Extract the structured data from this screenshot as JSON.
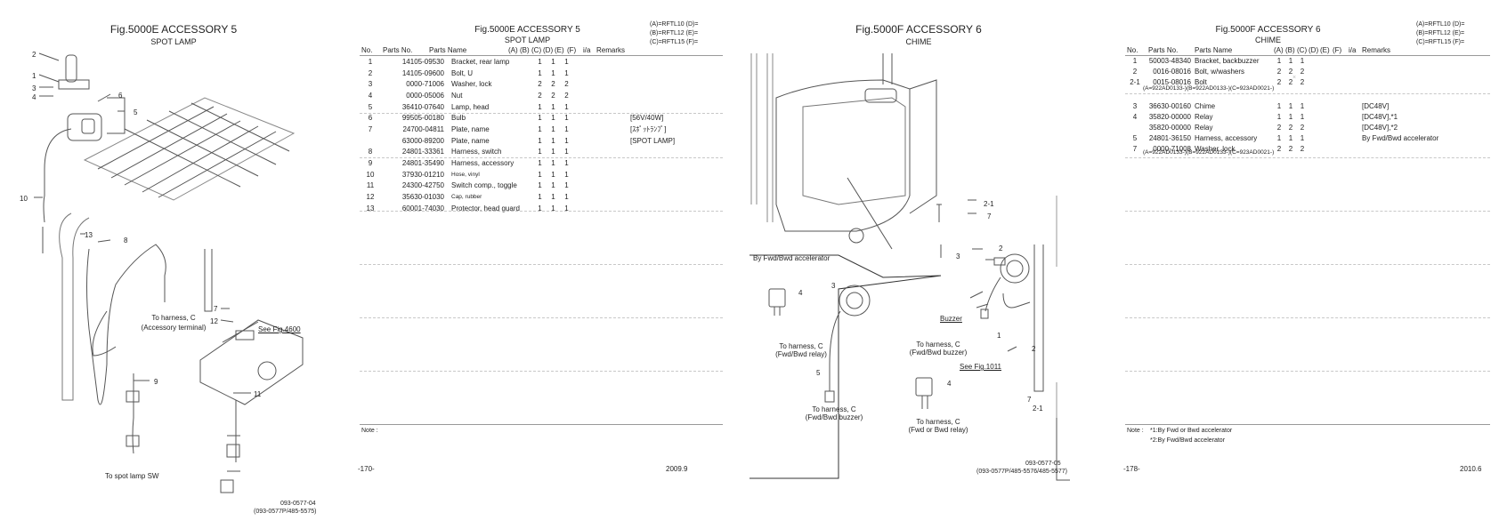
{
  "page1": {
    "fig_title": "Fig.5000E  ACCESSORY 5",
    "fig_sub": "SPOT LAMP",
    "labels": {
      "to_harness_c": "To harness, C",
      "accessory_terminal": "(Accessory terminal)",
      "see_fig": "See Fig.4600",
      "to_spot_lamp": "To spot lamp SW"
    },
    "callouts": [
      "2",
      "1",
      "3",
      "4",
      "6",
      "5",
      "10",
      "13",
      "8",
      "7",
      "12",
      "9",
      "11"
    ],
    "drawing_no": "093-0577-04",
    "drawing_ref": "(093-0577P/485-5575)"
  },
  "page2": {
    "fig_title": "Fig.5000E  ACCESSORY 5",
    "fig_sub": "SPOT LAMP",
    "models": [
      "(A)=RFTL10  (D)=",
      "(B)=RFTL12  (E)=",
      "(C)=RFTL15  (F)="
    ],
    "headers": {
      "no": "No.",
      "parts_no": "Parts No.",
      "parts_name": "Parts Name",
      "a": "(A)",
      "b": "(B)",
      "c": "(C)",
      "d": "(D)",
      "e": "(E)",
      "f": "(F)",
      "ia": "i/a",
      "remarks": "Remarks"
    },
    "rows": [
      {
        "no": "1",
        "pn": "14105-09530",
        "name": "Bracket, rear lamp",
        "a": "1",
        "b": "1",
        "c": "1",
        "rm": ""
      },
      {
        "no": "2",
        "pn": "14105-09600",
        "name": "Bolt, U",
        "a": "1",
        "b": "1",
        "c": "1",
        "rm": ""
      },
      {
        "no": "3",
        "pn": "0000-71006",
        "name": "Washer, lock",
        "a": "2",
        "b": "2",
        "c": "2",
        "rm": ""
      },
      {
        "no": "4",
        "pn": "0000-05006",
        "name": "Nut",
        "a": "2",
        "b": "2",
        "c": "2",
        "rm": ""
      },
      {
        "no": "5",
        "pn": "36410-07640",
        "name": "Lamp, head",
        "a": "1",
        "b": "1",
        "c": "1",
        "rm": ""
      },
      {
        "no": "6",
        "pn": "99505-00180",
        "name": "Bulb",
        "a": "1",
        "b": "1",
        "c": "1",
        "rm": "[56V/40W]"
      },
      {
        "no": "7",
        "pn": "24700-04811",
        "name": "Plate, name",
        "a": "1",
        "b": "1",
        "c": "1",
        "rm": "[ｽﾎﾟｯﾄﾗﾝﾌﾟ]"
      },
      {
        "no": "",
        "pn": "63000-89200",
        "name": "Plate, name",
        "a": "1",
        "b": "1",
        "c": "1",
        "rm": "[SPOT LAMP]"
      },
      {
        "no": "8",
        "pn": "24801-33361",
        "name": "Harness, switch",
        "a": "1",
        "b": "1",
        "c": "1",
        "rm": ""
      },
      {
        "no": "9",
        "pn": "24801-35490",
        "name": "Harness, accessory",
        "a": "1",
        "b": "1",
        "c": "1",
        "rm": ""
      },
      {
        "no": "10",
        "pn": "37930-01210",
        "name": "Hose, vinyl",
        "a": "1",
        "b": "1",
        "c": "1",
        "rm": ""
      },
      {
        "no": "11",
        "pn": "24300-42750",
        "name": "Switch comp., toggle",
        "a": "1",
        "b": "1",
        "c": "1",
        "rm": ""
      },
      {
        "no": "12",
        "pn": "35630-01030",
        "name": "Cap, rubber",
        "a": "1",
        "b": "1",
        "c": "1",
        "rm": ""
      },
      {
        "no": "13",
        "pn": "60001-74030",
        "name": "Protector, head guard",
        "a": "1",
        "b": "1",
        "c": "1",
        "rm": ""
      }
    ],
    "note_label": "Note :",
    "page_no": "-170-",
    "date": "2009.9"
  },
  "page3": {
    "fig_title": "Fig.5000F  ACCESSORY 6",
    "fig_sub": "CHIME",
    "labels": {
      "by_fwd": "By Fwd/Bwd accelerator",
      "to_harness_c": "To harness, C",
      "fwd_bwd_relay": "(Fwd/Bwd relay)",
      "fwd_bwd_buzzer": "(Fwd/Bwd buzzer)",
      "fwd_or_bwd_relay": "(Fwd or Bwd relay)",
      "buzzer": "Buzzer",
      "see_fig": "See Fig.1011"
    },
    "callouts": [
      "2-1",
      "7",
      "2",
      "3",
      "4",
      "3",
      "5",
      "1",
      "2",
      "4",
      "7",
      "2-1"
    ],
    "drawing_no": "093-0577-05",
    "drawing_ref": "(093-0577P/485-5576/485-5577)"
  },
  "page4": {
    "fig_title": "Fig.5000F  ACCESSORY 6",
    "fig_sub": "CHIME",
    "models": [
      "(A)=RFTL10  (D)=",
      "(B)=RFTL12  (E)=",
      "(C)=RFTL15  (F)="
    ],
    "headers": {
      "no": "No.",
      "parts_no": "Parts No.",
      "parts_name": "Parts Name",
      "a": "(A)",
      "b": "(B)",
      "c": "(C)",
      "d": "(D)",
      "e": "(E)",
      "f": "(F)",
      "ia": "i/a",
      "remarks": "Remarks"
    },
    "rows": [
      {
        "no": "1",
        "pn": "50003-48340",
        "name": "Bracket, backbuzzer",
        "a": "1",
        "b": "1",
        "c": "1",
        "rm": ""
      },
      {
        "no": "2",
        "pn": "0016-08016",
        "name": "Bolt, w/washers",
        "a": "2",
        "b": "2",
        "c": "2",
        "rm": ""
      },
      {
        "no": "2-1",
        "pn": "0015-08016",
        "name": "Bolt",
        "a": "2",
        "b": "2",
        "c": "2",
        "rm": ""
      },
      {
        "no": "3",
        "pn": "36630-00160",
        "name": "Chime",
        "a": "1",
        "b": "1",
        "c": "1",
        "rm": "[DC48V]"
      },
      {
        "no": "4",
        "pn": "35820-00000",
        "name": "Relay",
        "a": "1",
        "b": "1",
        "c": "1",
        "rm": "[DC48V],*1"
      },
      {
        "no": "",
        "pn": "35820-00000",
        "name": "Relay",
        "a": "2",
        "b": "2",
        "c": "2",
        "rm": "[DC48V],*2"
      },
      {
        "no": "5",
        "pn": "24801-36150",
        "name": "Harness, accessory",
        "a": "1",
        "b": "1",
        "c": "1",
        "rm": "By Fwd/Bwd accelerator"
      },
      {
        "no": "7",
        "pn": "0000-71008",
        "name": "Washer, lock",
        "a": "2",
        "b": "2",
        "c": "2",
        "rm": ""
      }
    ],
    "serial_note": "(A=922AD0133-)(B=922AD0133-)(C=923AD0021-)",
    "serial_note2": "(A=922AD0133-)(B=922AD0133-)(C=923AD0021-)",
    "note_label": "Note :",
    "notes": [
      "*1:By Fwd or Bwd accelerator",
      "*2:By Fwd/Bwd accelerator"
    ],
    "page_no": "-178-",
    "date": "2010.6"
  }
}
